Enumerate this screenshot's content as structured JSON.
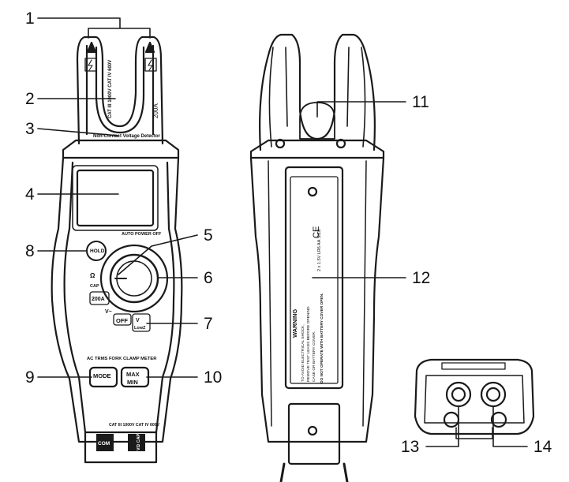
{
  "callouts": {
    "n1": "1",
    "n2": "2",
    "n3": "3",
    "n4": "4",
    "n5": "5",
    "n6": "6",
    "n7": "7",
    "n8": "8",
    "n9": "9",
    "n10": "10",
    "n11": "11",
    "n12": "12",
    "n13": "13",
    "n14": "14"
  },
  "front": {
    "jaw_label": "CAT III 1000V\nCAT IV 600V",
    "jaw_rating": "200A",
    "ncv_label": "Non-Contact Voltage Detector",
    "auto_off": "AUTO POWER OFF",
    "hold_label": "HOLD",
    "model_label": "AC TRMS FORK CLAMP METER",
    "mode_label": "MODE",
    "maxmin_top": "MAX",
    "maxmin_bottom": "MIN",
    "dial_ohm": "Ω",
    "dial_cap": "CAP",
    "dial_200a": "200A",
    "dial_vac": "V~",
    "dial_off": "OFF",
    "dial_lowz_v": "V",
    "dial_lowz": "LowZ",
    "cat_label": "CAT III 1000V\nCAT IV 600V",
    "com_label": "COM",
    "input_label": "VΩ CAP"
  },
  "back": {
    "battery_text": "2 x 1.5V LR6 AA SIZE",
    "warning_title": "WARNING",
    "warning_lines": [
      "TO AVOID ELECTRICAL SHOCK,",
      "REMOVE TEST LEADS BEFORE OPENING",
      "CASE OR BATTERY COVER.",
      "DO NOT OPERATE WITH BATTERY COVER OPEN."
    ],
    "ce_mark": "CE"
  },
  "colors": {
    "ink": "#111111",
    "device_outline": "#1a1a1a"
  }
}
